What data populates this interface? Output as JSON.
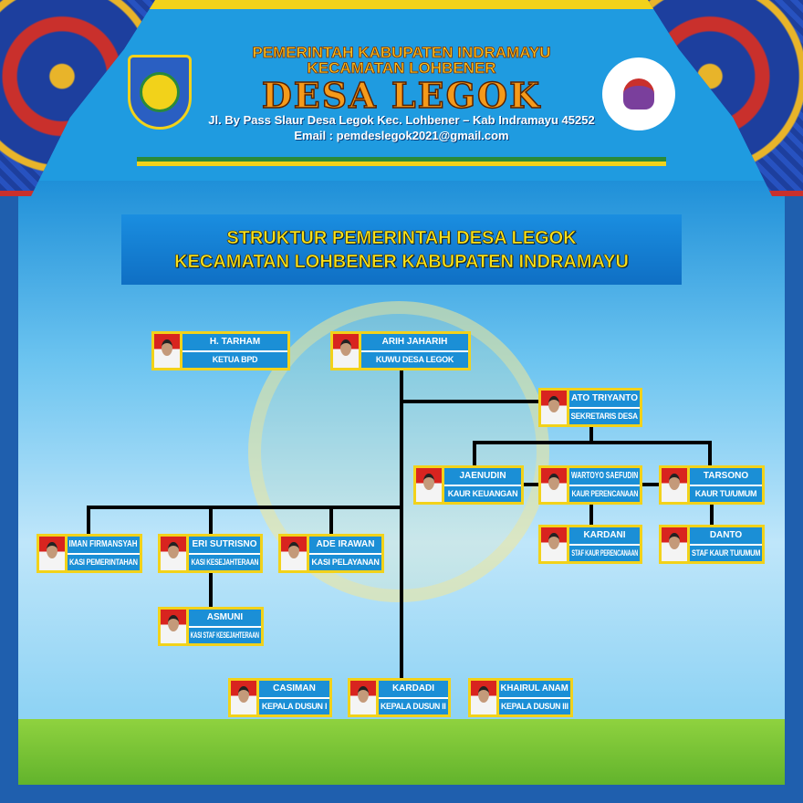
{
  "header": {
    "line1": "PEMERINTAH  KABUPATEN  INDRAMAYU",
    "line2": "KECAMATAN LOHBENER",
    "title": "DESA LEGOK",
    "address": "Jl. By Pass Slaur Desa Legok Kec. Lohbener – Kab Indramayu 45252",
    "email": "Email : pemdeslegok2021@gmail.com"
  },
  "chart_title": {
    "line1": "STRUKTUR PEMERINTAH DESA LEGOK",
    "line2": "KECAMATAN LOHBENER KABUPATEN INDRAMAYU"
  },
  "colors": {
    "frame": "#1f5fae",
    "box_border": "#f2d21a",
    "label_bg": "#1b8fd6",
    "title_text": "#f7e21c"
  },
  "members": [
    {
      "id": "tarham",
      "name": "H. TARHAM",
      "role": "KETUA BPD"
    },
    {
      "id": "arih",
      "name": "ARIH JAHARIH",
      "role": "KUWU DESA LEGOK"
    },
    {
      "id": "ato",
      "name": "ATO TRIYANTO",
      "role": "SEKRETARIS DESA"
    },
    {
      "id": "jaenudin",
      "name": "JAENUDIN",
      "role": "KAUR KEUANGAN"
    },
    {
      "id": "wartoyo",
      "name": "WARTOYO SAEFUDIN",
      "role": "KAUR PERENCANAAN"
    },
    {
      "id": "tarsono",
      "name": "TARSONO",
      "role": "KAUR TU/UMUM"
    },
    {
      "id": "kardani",
      "name": "KARDANI",
      "role": "STAF KAUR PERENCANAAN"
    },
    {
      "id": "danto",
      "name": "DANTO",
      "role": "STAF KAUR TU/UMUM"
    },
    {
      "id": "iman",
      "name": "IMAN FIRMANSYAH",
      "role": "KASI PEMERINTAHAN"
    },
    {
      "id": "eri",
      "name": "ERI SUTRISNO",
      "role": "KASI KESEJAHTERAAN"
    },
    {
      "id": "ade",
      "name": "ADE IRAWAN",
      "role": "KASI PELAYANAN"
    },
    {
      "id": "asmuni",
      "name": "ASMUNI",
      "role": "KASI STAF KESEJAHTERAAN"
    },
    {
      "id": "casiman",
      "name": "CASIMAN",
      "role": "KEPALA DUSUN I"
    },
    {
      "id": "kardadi",
      "name": "KARDADI",
      "role": "KEPALA DUSUN II"
    },
    {
      "id": "khairul",
      "name": "KHAIRUL ANAM",
      "role": "KEPALA DUSUN III"
    }
  ]
}
